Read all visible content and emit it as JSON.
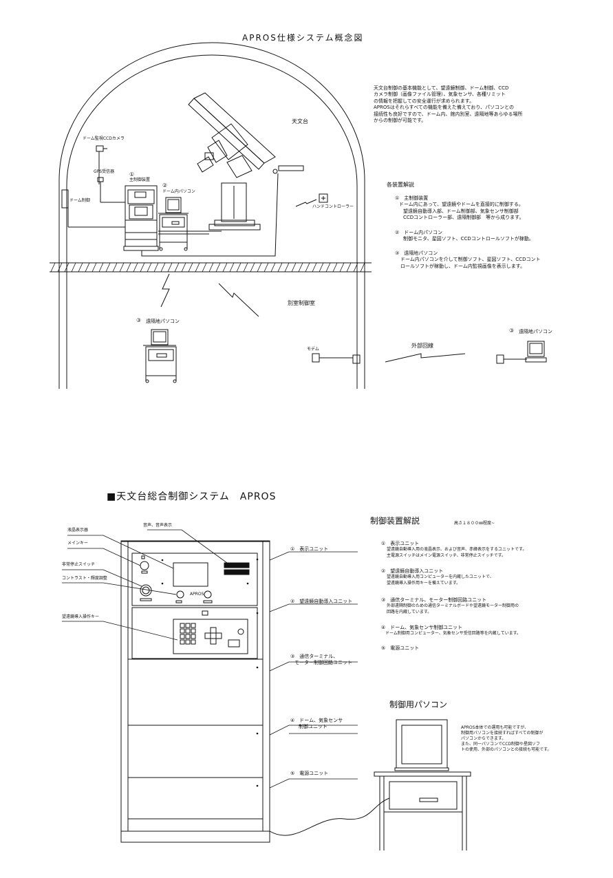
{
  "title_top": "APROS仕様システム概念図",
  "overview_text": [
    "天文台制御の基本機能として、望遠鏡制御、ドーム制御、CCD",
    "カメラ制御（画像ファイル管理）、気象センサ、各種リミット",
    "の情報を把握しての安全運行が求められます。",
    "APROSはそれらすべての機能を備えた備えており、パソコンとの",
    "接続性も良好ですので、ドーム内、館内別室、遠隔地等あらゆる場所",
    "からの制御が可能です。"
  ],
  "labels_top": {
    "observatory": "天文台",
    "dome_camera": "ドーム監視CCDカメラ",
    "gps": "GPS受信器",
    "dome_ctrl": "ドーム制御",
    "main_ctrl_num": "①",
    "main_ctrl": "主制御装置",
    "dome_pc_num": "②",
    "dome_pc": "ドーム内パソコン",
    "hand_ctrl": "ハンドコントローラー",
    "separate_room": "別室制御室",
    "remote_pc_num": "③",
    "remote_pc": "遠隔地パソコン",
    "modem": "モデム",
    "external_line": "外部回線",
    "remote_pc2_num": "③",
    "remote_pc2": "遠隔地パソコン"
  },
  "device_desc": {
    "heading": "各装置解説",
    "items": [
      {
        "num": "①",
        "title": "主制御装置",
        "lines": [
          "ドーム内にあって、望遠鏡やドームを直接的に制御する。",
          "望遠鏡自動導入部、ドーム制御部、気象センサ制御部",
          "CCDコントローラー部、遠隔制御部　等から成ります。"
        ]
      },
      {
        "num": "②",
        "title": "ドーム内パソコン",
        "lines": [
          "制御モニタ、星図ソフト、CCDコントロールソフトが稼動。"
        ]
      },
      {
        "num": "③",
        "title": "遠隔地パソコン",
        "lines": [
          "ドーム内パソコンを介して制御ソフト、星図ソフト、CCDコント",
          "ロールソフトが稼動し、ドーム内監視画像を表示します。"
        ]
      }
    ]
  },
  "title_bottom": "■天文台総合制御システム　APROS",
  "ctrl_heading": "制御装置解説",
  "ctrl_height_note": "高さ１８００㎜程度~",
  "cabinet_labels": {
    "lcd": "液晶表示器",
    "main_key": "メインキー",
    "emergency": "非常停止スイッチ",
    "contrast": "コントラスト・輝度調整",
    "telescope_keys": "望遠鏡導入操作キー",
    "voice": "音声、音声表示",
    "brand": "APROS"
  },
  "unit_labels": [
    {
      "num": "①",
      "text": "表示ユニット"
    },
    {
      "num": "②",
      "text": "望遠鏡自動導入ユニット"
    },
    {
      "num": "③",
      "text": "通信ターミナル、",
      "text2": "モーター制御回路ユニット"
    },
    {
      "num": "④",
      "text": "ドーム、気象センサ",
      "text2": "制御ユニット"
    },
    {
      "num": "⑤",
      "text": "電源ユニット"
    }
  ],
  "unit_desc": [
    {
      "num": "①",
      "title": "表示ユニット",
      "lines": [
        "望遠鏡自動導入用の液晶表示、および音声、赤緯表示をするユニットです。",
        "主電源スイッチはメイン電源スイッチ、非常停止スイッチです。"
      ]
    },
    {
      "num": "②",
      "title": "望遠鏡自動導入ユニット",
      "lines": [
        "望遠鏡自動導入用コンピューターを内蔵したユニットで、",
        "望遠鏡導入操作用キーを備えています。"
      ]
    },
    {
      "num": "③",
      "title": "通信ターミナル、モーター制御回路ユニット",
      "lines": [
        "外部遠隔制御のための通信ターミナルボードや望遠鏡モーター制御用の",
        "回路を内蔵しています。"
      ]
    },
    {
      "num": "④",
      "title": "ドーム、気象センサ制御ユニット",
      "lines": [
        "ドーム制御用コンピューター、気象センサ受信回路等を内蔵しています。"
      ]
    },
    {
      "num": "⑤",
      "title": "電源ユニット",
      "lines": []
    }
  ],
  "pc_heading": "制御用パソコン",
  "pc_text": [
    "APROS本体での運用も可能ですが、",
    "制御用パソコンを接続すればすべての制御が",
    "パソコンからできます。",
    "また、同一パソコンでCCD制御や星図ソフ",
    "トの使用、外部のパソコンとの接続も可能です。"
  ]
}
